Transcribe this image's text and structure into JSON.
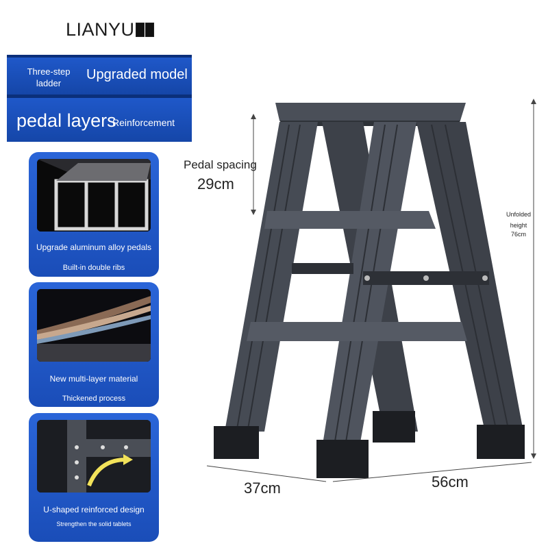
{
  "brand": {
    "name": "LIANYU"
  },
  "banner": {
    "line1_small": "Three-step ladder",
    "line1_large": "Upgraded model",
    "line2_large": "pedal layers",
    "line2_small": "Reinforcement"
  },
  "features": [
    {
      "caption": "Upgrade aluminum alloy pedals",
      "sub": "Built-in double ribs"
    },
    {
      "caption": "New multi-layer material",
      "sub": "Thickened process"
    },
    {
      "caption": "U-shaped reinforced design",
      "sub": "Strengthen the solid tablets"
    }
  ],
  "dimensions": {
    "pedal_spacing_label": "Pedal spacing",
    "pedal_spacing_value": "29cm",
    "unfolded_height_label": "Unfolded height",
    "unfolded_height_value": "76cm",
    "depth": "37cm",
    "width": "56cm"
  },
  "colors": {
    "banner_blue": "#1f58c9",
    "ladder_gray": "#3c4048"
  }
}
